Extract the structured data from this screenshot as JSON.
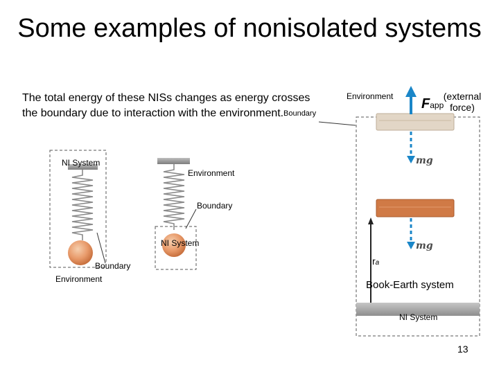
{
  "slide": {
    "title": "Some examples of nonisolated systems",
    "intro_text": "The total energy of these NISs changes as energy crosses the boundary due to interaction with the environment.",
    "intro_boundary_label": "Boundary",
    "page_number": "13"
  },
  "spring_figure": {
    "left_system_label": "NI System",
    "left_boundary_label": "Boundary",
    "left_environment_label": "Environment",
    "right_environment_label": "Environment",
    "right_boundary_label": "Boundary",
    "right_system_label": "NI System"
  },
  "book_figure": {
    "environment_label": "Environment",
    "force_symbol": "F",
    "force_subscript": "app",
    "force_note": "(external force)",
    "gravity_label_top": "mg",
    "gravity_label_bottom": "mg",
    "position_symbol": "r",
    "position_subscript": "a",
    "system_caption": "Book-Earth system",
    "system_label": "NI System"
  },
  "colors": {
    "book_top": "#e2d6c6",
    "book_bottom": "#d07a46",
    "arrow": "#1a86c8",
    "ball": "#e89a6a",
    "ground": "#9a9a9a",
    "dashed_box": "#555555"
  }
}
